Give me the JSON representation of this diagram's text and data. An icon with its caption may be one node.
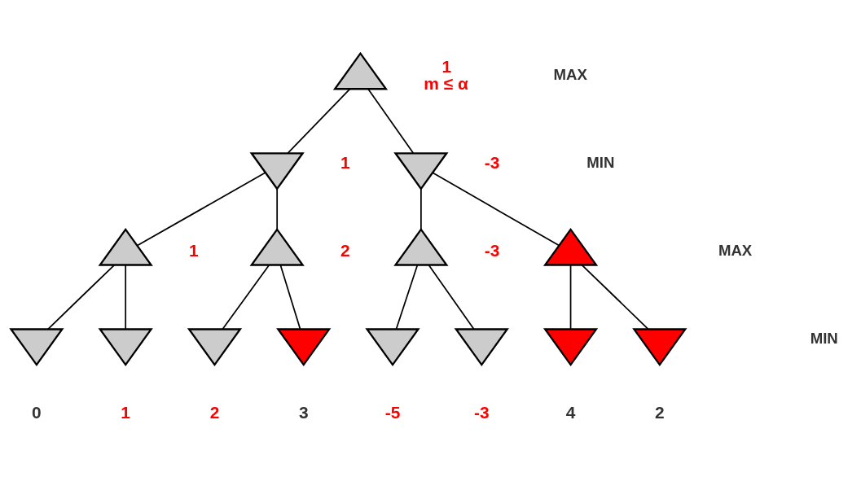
{
  "diagram": {
    "nodes": [
      {
        "text": [],
        "shape": "triangle",
        "beside": [
          "1",
          "m ≤ α"
        ]
      },
      {
        "text": [],
        "shape": "triangle",
        "beside": [
          "1"
        ]
      },
      {
        "text": [],
        "shape": "triangle",
        "beside": [
          "-3"
        ]
      },
      {
        "text": [],
        "shape": "triangle",
        "beside": [
          "1"
        ]
      },
      {
        "text": [],
        "shape": "triangle",
        "beside": [
          "2"
        ]
      },
      {
        "text": [],
        "shape": "triangle",
        "beside": [
          "-3"
        ]
      },
      {
        "text": [],
        "shape": "triangle"
      },
      {
        "text": [],
        "shape": "triangle",
        "beside": [
          "0"
        ]
      },
      {
        "text": [],
        "shape": "triangle",
        "beside": [
          "1"
        ]
      },
      {
        "text": [],
        "shape": "triangle",
        "beside": [
          "2"
        ]
      },
      {
        "text": [],
        "shape": "triangle",
        "beside": [
          "3"
        ]
      },
      {
        "text": [],
        "shape": "triangle",
        "beside": [
          "-5"
        ]
      },
      {
        "text": [],
        "shape": "triangle",
        "beside": [
          "-3"
        ]
      },
      {
        "text": [],
        "shape": "triangle",
        "beside": [
          "4"
        ]
      },
      {
        "text": [],
        "shape": "triangle",
        "beside": [
          "2"
        ]
      }
    ],
    "edges": [
      {
        "from": 0,
        "to": 1,
        "arrow": "none"
      },
      {
        "from": 0,
        "to": 2,
        "arrow": "none"
      },
      {
        "from": 1,
        "to": 3,
        "arrow": "none"
      },
      {
        "from": 1,
        "to": 4,
        "arrow": "none"
      },
      {
        "from": 2,
        "to": 5,
        "arrow": "none"
      },
      {
        "from": 2,
        "to": 6,
        "arrow": "none"
      },
      {
        "from": 3,
        "to": 7,
        "arrow": "none"
      },
      {
        "from": 3,
        "to": 8,
        "arrow": "none"
      },
      {
        "from": 4,
        "to": 9,
        "arrow": "none"
      },
      {
        "from": 4,
        "to": 10,
        "arrow": "none"
      },
      {
        "from": 5,
        "to": 11,
        "arrow": "none"
      },
      {
        "from": 5,
        "to": 12,
        "arrow": "none"
      },
      {
        "from": 6,
        "to": 13,
        "arrow": "none"
      },
      {
        "from": 6,
        "to": 14,
        "arrow": "none"
      }
    ],
    "labels": [
      "MAX",
      "MIN",
      "MAX",
      "MIN"
    ]
  }
}
